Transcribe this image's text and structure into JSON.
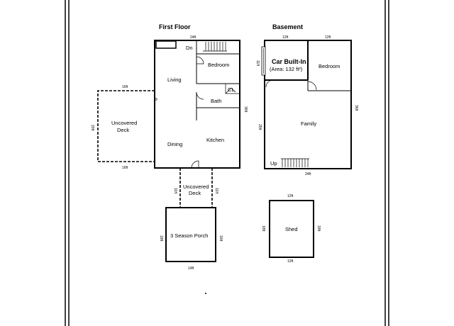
{
  "first_floor": {
    "title": "First Floor",
    "rooms": {
      "dn": "Dn",
      "bedroom": "Bedroom",
      "living": "Living",
      "cl": "CL",
      "bath": "Bath",
      "dining": "Dining",
      "kitchen": "Kitchen"
    },
    "dims": {
      "top": "24ft",
      "right": "36ft"
    }
  },
  "deck_left": {
    "label_line1": "Uncovered",
    "label_line2": "Deck",
    "dims": {
      "top": "16ft",
      "bottom": "16ft",
      "left": "20ft"
    }
  },
  "deck_bottom": {
    "label_line1": "Uncovered",
    "label_line2": "Deck",
    "dims": {
      "left": "11ft",
      "right": "11ft"
    }
  },
  "porch": {
    "label": "3 Season Porch",
    "dims": {
      "left": "18ft",
      "right": "16ft",
      "bottom": "14ft"
    }
  },
  "basement": {
    "title": "Basement",
    "rooms": {
      "car": "Car Built-In",
      "area": "(Area: 132 ft²)",
      "bedroom": "Bedroom",
      "family": "Family",
      "up": "Up"
    },
    "dims": {
      "top_left": "12ft",
      "top_right": "12ft",
      "left_small": "11ft",
      "left": "25ft",
      "right": "36ft",
      "bottom": "24ft"
    }
  },
  "shed": {
    "label": "Shed",
    "dims": {
      "top": "12ft",
      "bottom": "12ft",
      "left": "18ft",
      "right": "18ft"
    }
  }
}
